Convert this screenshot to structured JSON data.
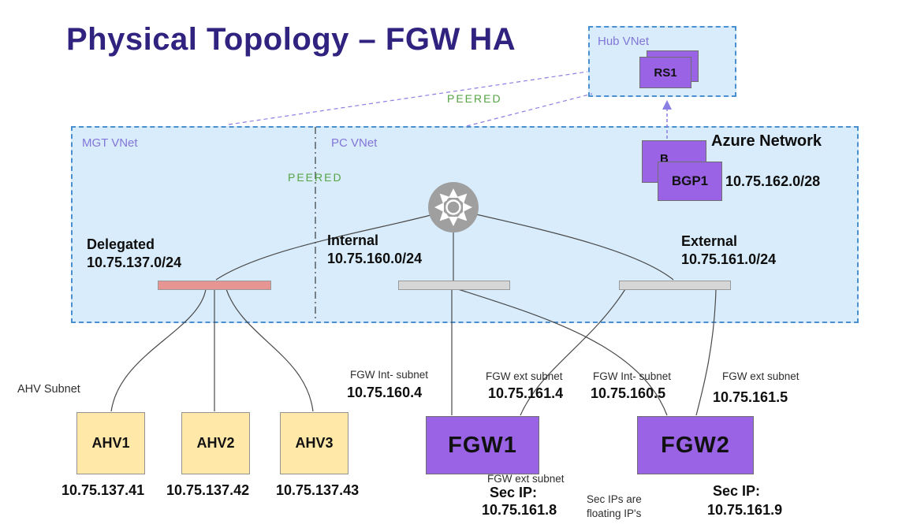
{
  "title": "Physical Topology – FGW HA",
  "hub_vnet": {
    "label": "Hub VNet",
    "rs1_label": "RS1"
  },
  "mgt_vnet_label": "MGT VNet",
  "pc_vnet_label": "PC VNet",
  "peering": {
    "top_label": "PEERED",
    "inner_label": "PEERED"
  },
  "azure": {
    "label": "Azure Network",
    "bgp_back_label": "B",
    "bgp_front_label": "BGP1",
    "cidr": "10.75.162.0/28"
  },
  "subnets": {
    "delegated": {
      "name": "Delegated",
      "cidr": "10.75.137.0/24"
    },
    "internal": {
      "name": "Internal",
      "cidr": "10.75.160.0/24"
    },
    "external": {
      "name": "External",
      "cidr": "10.75.161.0/24"
    }
  },
  "ahv": {
    "subnet_label": "AHV Subnet",
    "nodes": [
      {
        "label": "AHV1",
        "ip": "10.75.137.41"
      },
      {
        "label": "AHV2",
        "ip": "10.75.137.42"
      },
      {
        "label": "AHV3",
        "ip": "10.75.137.43"
      }
    ]
  },
  "fgw1": {
    "label": "FGW1",
    "int_subnet_label": "FGW Int- subnet",
    "int_ip": "10.75.160.4",
    "ext_subnet_label": "FGW ext subnet",
    "ext_ip": "10.75.161.4",
    "sec_subnet_label": "FGW ext subnet",
    "sec_label": "Sec IP:",
    "sec_ip": "10.75.161.8"
  },
  "fgw2": {
    "label": "FGW2",
    "int_subnet_label": "FGW Int- subnet",
    "int_ip": "10.75.160.5",
    "ext_subnet_label": "FGW ext subnet",
    "ext_ip": "10.75.161.5",
    "sec_label": "Sec IP:",
    "sec_ip": "10.75.161.9"
  },
  "notes": {
    "floating_line1": "Sec IPs are",
    "floating_line2": "floating IP's"
  },
  "colors": {
    "title": "#30227f",
    "panel_fill": "#d9ecfb",
    "panel_border": "#4a8fd0",
    "vnet_label": "#8276d8",
    "node_purple": "#9a63e6",
    "ahv_yellow": "#ffe8a8",
    "delegated_bar": "#e69593",
    "subnet_bar": "#d6d6d6",
    "peered_green": "#55a345",
    "peer_line": "#8a7fe2"
  }
}
